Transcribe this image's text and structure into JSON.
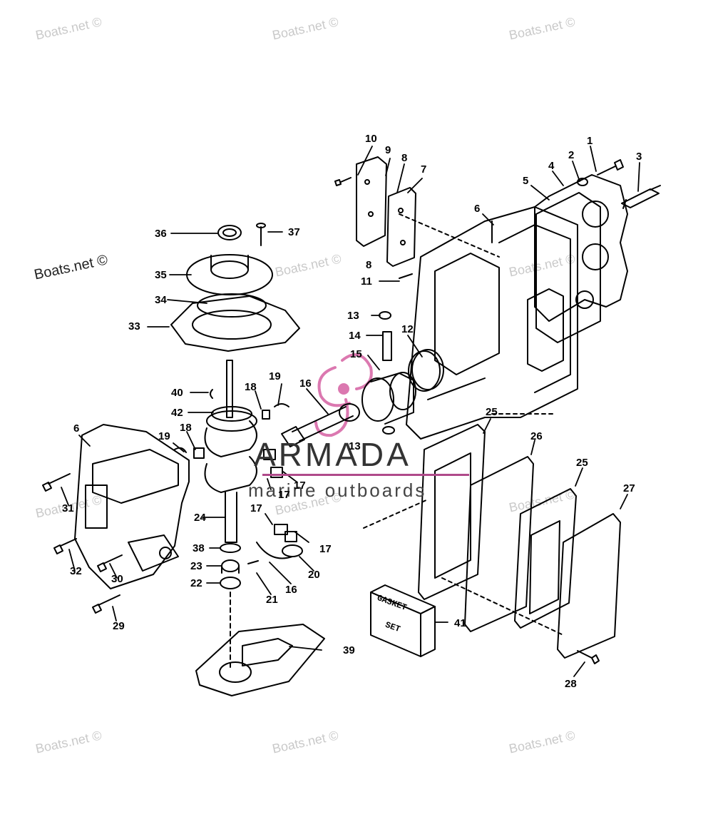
{
  "watermark": "Boats.net ©",
  "brand": {
    "name": "ARMADA",
    "tagline": "marine outboards",
    "accent_color": "#d04c96"
  },
  "gasket_set_label": {
    "line1": "GASKET",
    "line2": "SET"
  },
  "callouts": {
    "c1": "1",
    "c2": "2",
    "c3": "3",
    "c4": "4",
    "c5": "5",
    "c6a": "6",
    "c6b": "6",
    "c7": "7",
    "c8a": "8",
    "c8b": "8",
    "c9": "9",
    "c10": "10",
    "c11": "11",
    "c12": "12",
    "c13a": "13",
    "c13b": "13",
    "c14": "14",
    "c15": "15",
    "c16a": "16",
    "c16b": "16",
    "c17a": "17",
    "c17b": "17",
    "c17c": "17",
    "c17d": "17",
    "c18a": "18",
    "c18b": "18",
    "c19a": "19",
    "c19b": "19",
    "c20": "20",
    "c21": "21",
    "c22": "22",
    "c23": "23",
    "c24": "24",
    "c25a": "25",
    "c25b": "25",
    "c26": "26",
    "c27": "27",
    "c28": "28",
    "c29": "29",
    "c30": "30",
    "c31": "31",
    "c32": "32",
    "c33": "33",
    "c34": "34",
    "c35": "35",
    "c36": "36",
    "c37": "37",
    "c38": "38",
    "c39": "39",
    "c40": "40",
    "c41": "41",
    "c42": "42"
  }
}
